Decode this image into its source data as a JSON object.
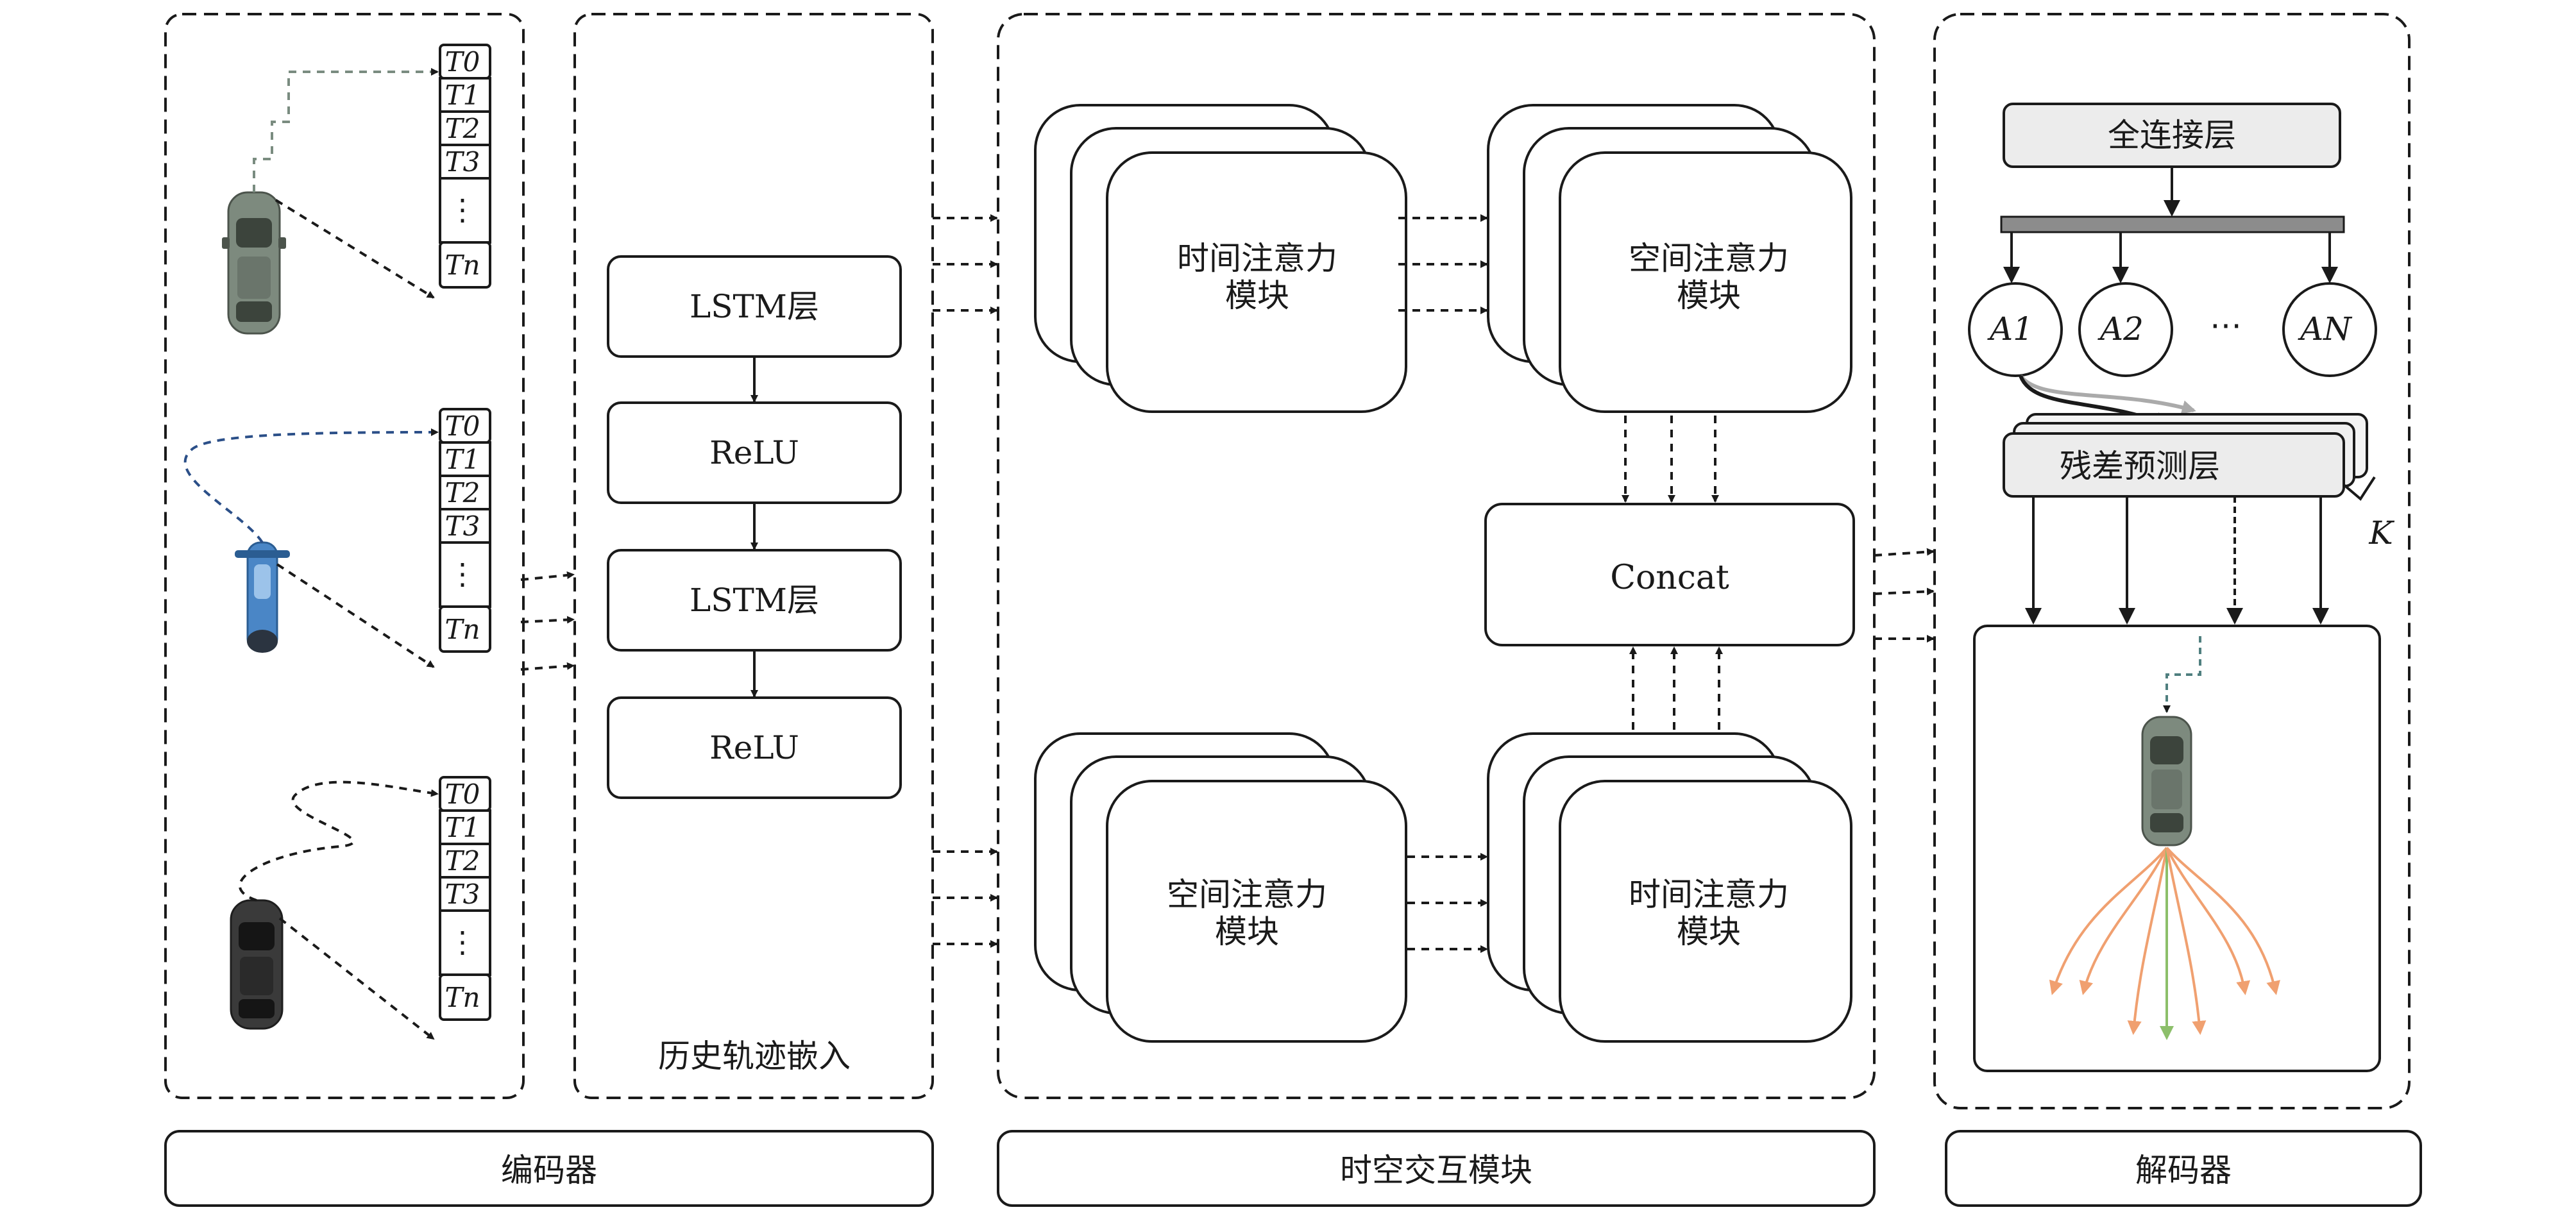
{
  "encoder": {
    "time_labels": [
      [
        "T0",
        "T1",
        "T2",
        "T3",
        "⋮",
        "Tn"
      ],
      [
        "T0",
        "T1",
        "T2",
        "T3",
        "⋮",
        "Tn"
      ],
      [
        "T0",
        "T1",
        "T2",
        "T3",
        "⋮",
        "Tn"
      ]
    ],
    "label": "编码器"
  },
  "embedding": {
    "blocks": [
      "LSTM层",
      "ReLU",
      "LSTM层",
      "ReLU"
    ],
    "caption": "历史轨迹嵌入"
  },
  "st_module": {
    "top_left": [
      "时间注意力",
      "模块"
    ],
    "top_right": [
      "空间注意力",
      "模块"
    ],
    "concat": "Concat",
    "bottom_left": [
      "空间注意力",
      "模块"
    ],
    "bottom_right": [
      "时间注意力",
      "模块"
    ],
    "label": "时空交互模块"
  },
  "decoder": {
    "fc_layer": "全连接层",
    "anchors": [
      "A1",
      "A2",
      "⋯",
      "AN"
    ],
    "residual_layer": "残差预测层",
    "k_label": "K",
    "label": "解码器"
  },
  "colors": {
    "line": "#1a1a1a",
    "fc_fill": "#ececec",
    "bar_fill": "#8c8c8c",
    "traj_orange": "#f0a070",
    "traj_green": "#8cbf6a",
    "car_grey": "#7d8a7e",
    "car_dark": "#3a3a3a",
    "moto_blue": "#4a86c6"
  }
}
